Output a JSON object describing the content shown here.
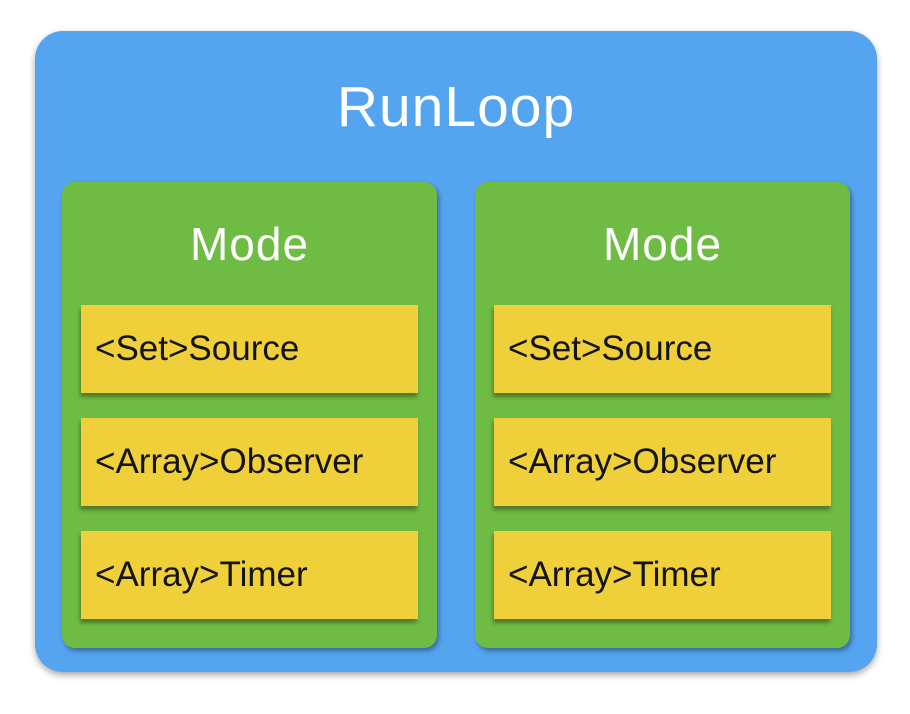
{
  "diagram": {
    "title": "RunLoop",
    "modes": [
      {
        "title": "Mode",
        "items": [
          "<Set>Source",
          "<Array>Observer",
          "<Array>Timer"
        ]
      },
      {
        "title": "Mode",
        "items": [
          "<Set>Source",
          "<Array>Observer",
          "<Array>Timer"
        ]
      }
    ],
    "colors": {
      "outer_box": "#54a4ef",
      "mode_box": "#6fbc45",
      "item_box": "#f0d03a",
      "title_text": "#ffffff",
      "item_text": "#141414",
      "background": "#ffffff"
    }
  }
}
